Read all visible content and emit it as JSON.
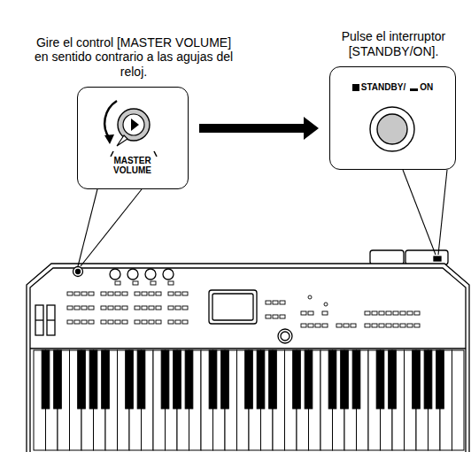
{
  "diagram": {
    "nodes": [
      {
        "text": [
          "Gire el control [MASTER VOLUME] en sentido contrario a las agujas del reloj.",
          "MASTER VOLUME"
        ]
      },
      {
        "text": [
          "Pulse el interruptor [STANDBY/ON].",
          "STANDBY/",
          "ON"
        ]
      }
    ],
    "edges": [
      {
        "from": 0,
        "to": 1,
        "arrow": "to"
      }
    ]
  }
}
